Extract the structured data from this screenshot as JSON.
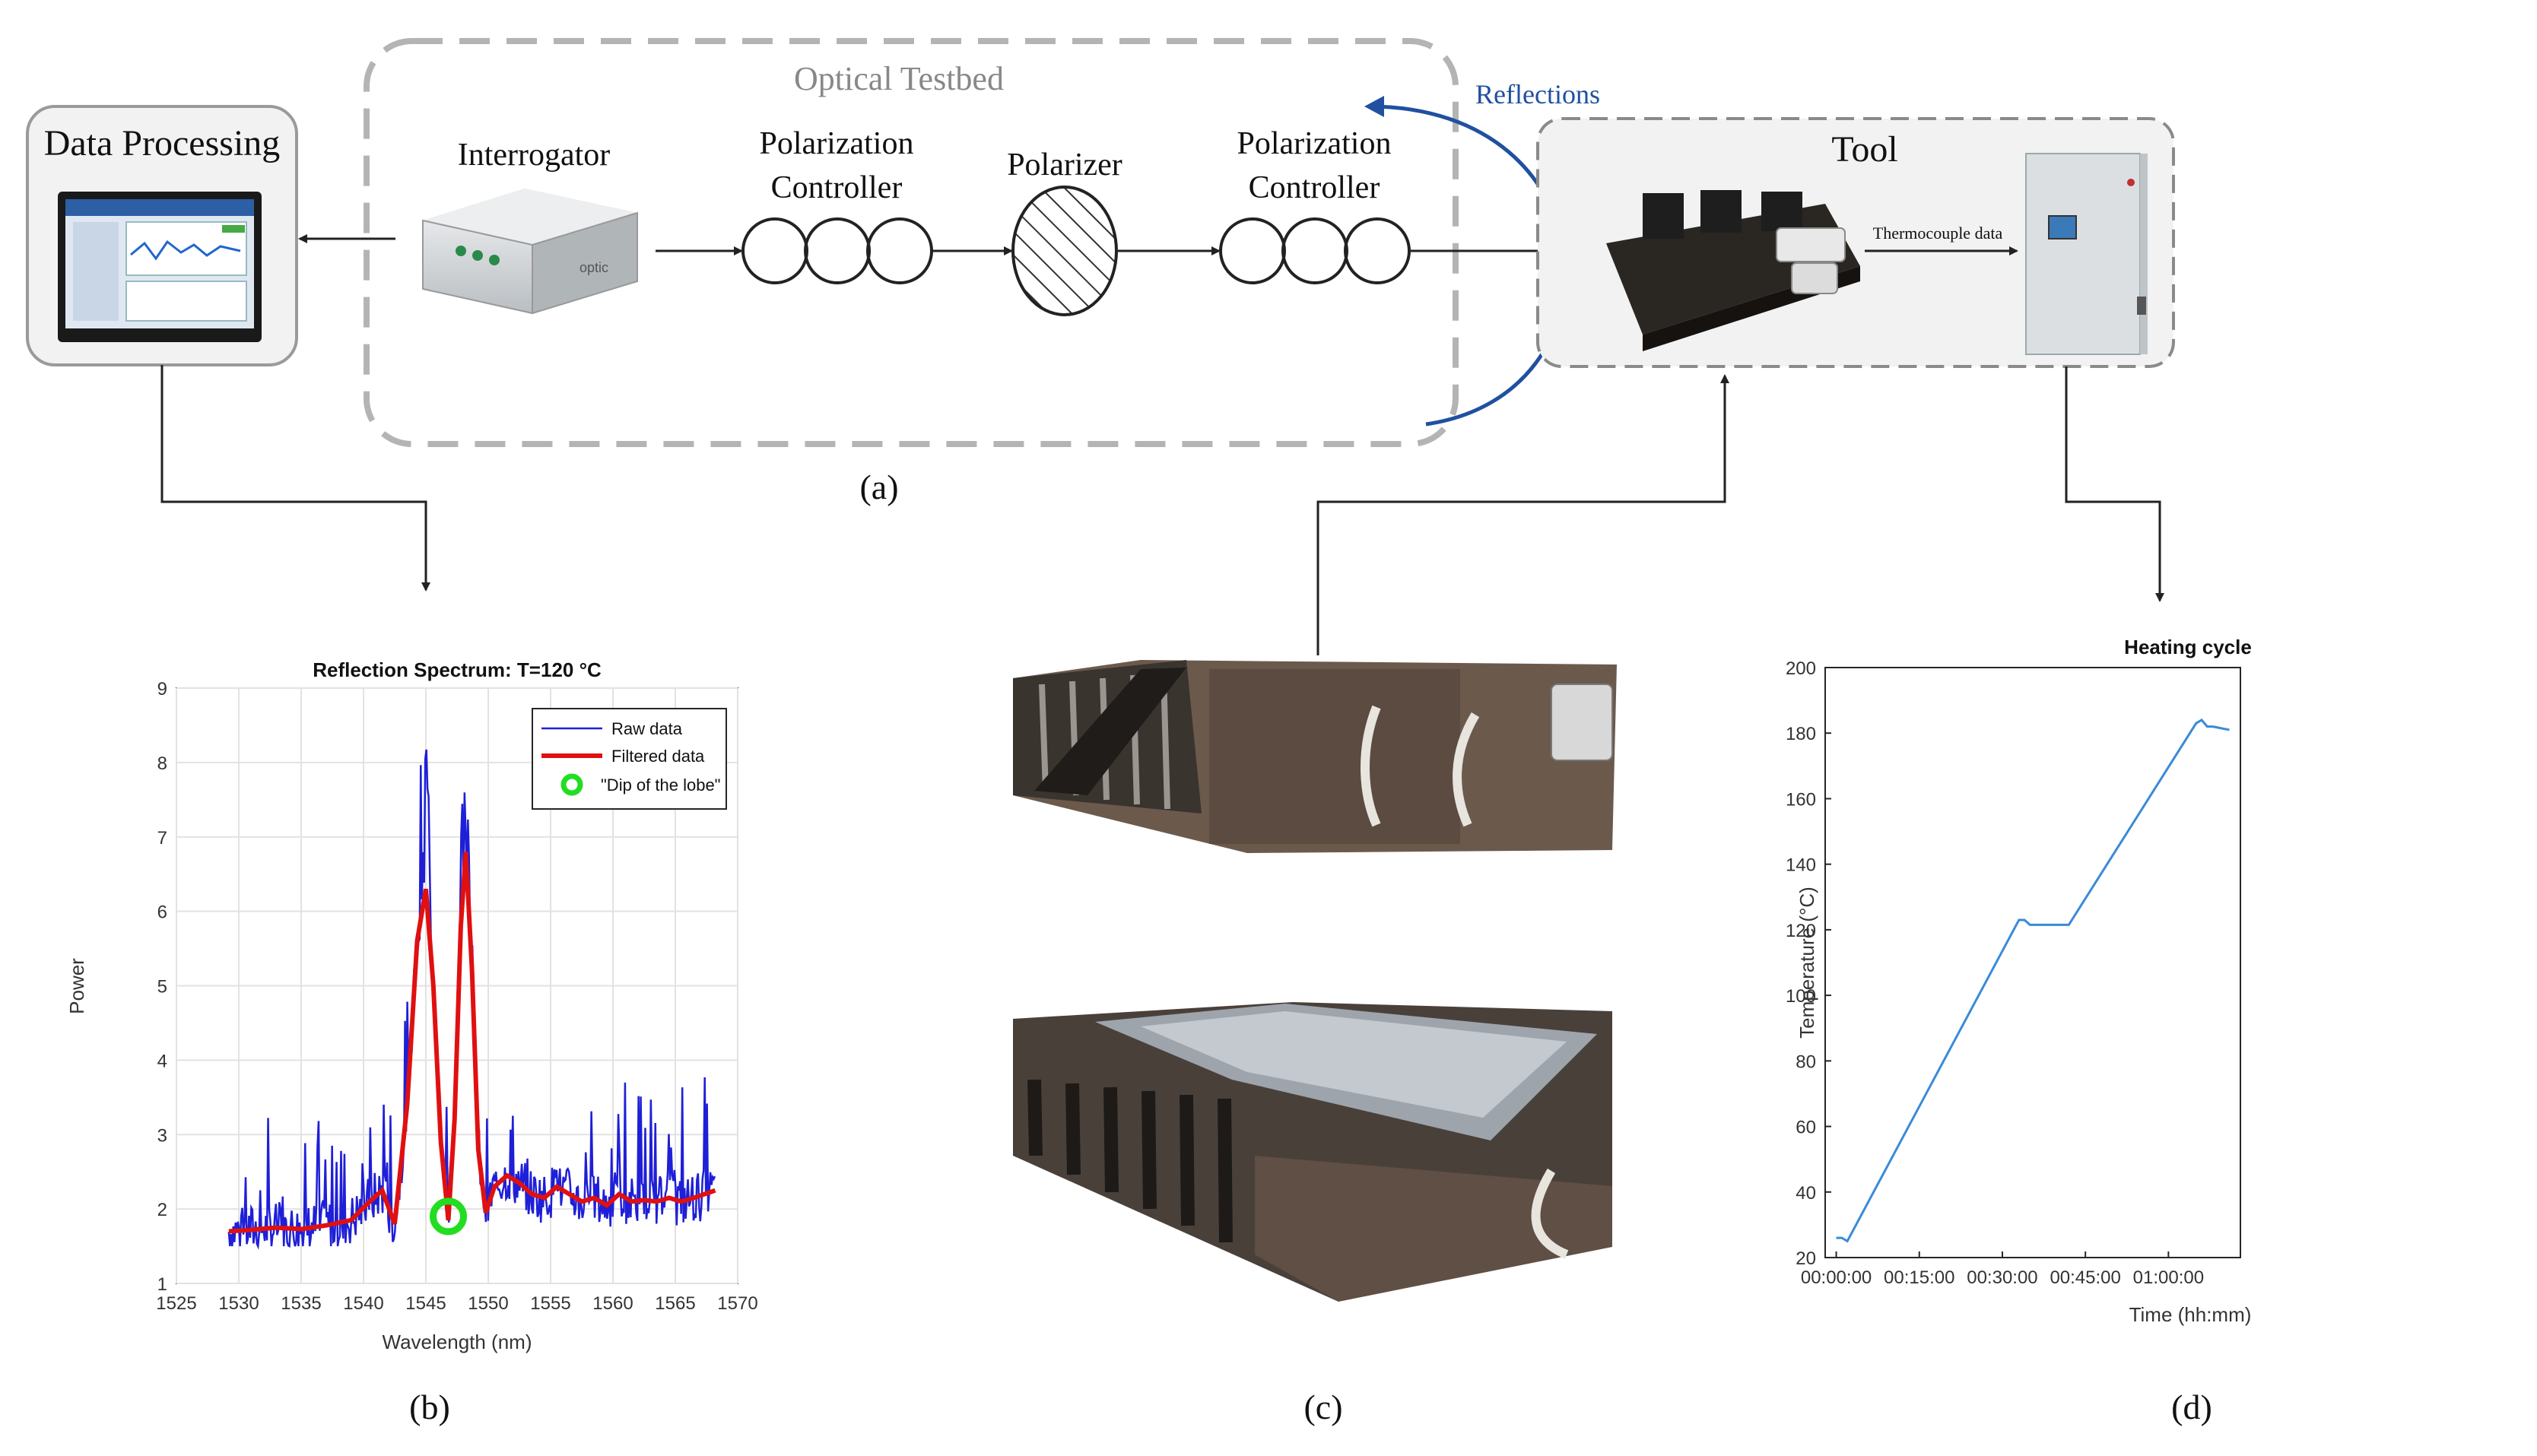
{
  "testbed": {
    "title": "Optical Testbed",
    "reflections_label": "Reflections",
    "data_processing": "Data Processing",
    "interrogator": "Interrogator",
    "pc1_line1": "Polarization",
    "pc1_line2": "Controller",
    "polarizer": "Polarizer",
    "pc2_line1": "Polarization",
    "pc2_line2": "Controller",
    "tool": "Tool",
    "thermocouple": "Thermocouple data",
    "device_brand": "optic",
    "panel_a": "(a)",
    "panel_b": "(b)",
    "panel_c": "(c)",
    "panel_d": "(d)",
    "colors": {
      "reflection_arrow": "#2050a0",
      "dashed_box": "#b4b4b4",
      "tool_bg": "#f2f2f2"
    }
  },
  "chart_data": [
    {
      "type": "line",
      "title": "Reflection Spectrum: T=120 °C",
      "xlabel": "Wavelength (nm)",
      "ylabel": "Power",
      "xlim": [
        1525,
        1570
      ],
      "ylim": [
        1,
        9
      ],
      "xticks": [
        "1525",
        "1530",
        "1535",
        "1540",
        "1545",
        "1550",
        "1555",
        "1560",
        "1565",
        "1570"
      ],
      "yticks": [
        "1",
        "2",
        "3",
        "4",
        "5",
        "6",
        "7",
        "8",
        "9"
      ],
      "grid": true,
      "legend": [
        "Raw data",
        "Filtered data",
        "\"Dip of the lobe\""
      ],
      "legend_position": "top-right",
      "colors": {
        "raw": "#1f1fd8",
        "filtered": "#e01010",
        "dip": "#22dd22"
      },
      "series": [
        {
          "name": "Filtered data",
          "x": [
            1529.2,
            1531,
            1533,
            1535,
            1537,
            1539,
            1540.5,
            1541.5,
            1542.5,
            1543.5,
            1544.3,
            1545,
            1545.6,
            1546.2,
            1546.8,
            1547.3,
            1547.8,
            1548.2,
            1548.7,
            1549.2,
            1549.8,
            1550.5,
            1551.5,
            1552.5,
            1553.5,
            1554.5,
            1555.5,
            1556.5,
            1557.5,
            1558.5,
            1559.5,
            1560.5,
            1561.5,
            1562.5,
            1563.5,
            1564.5,
            1565.5,
            1566.5,
            1568.2
          ],
          "y": [
            1.7,
            1.72,
            1.75,
            1.73,
            1.78,
            1.85,
            2.1,
            2.25,
            1.8,
            3.4,
            5.6,
            6.3,
            5.0,
            2.9,
            1.85,
            3.2,
            5.8,
            6.8,
            5.2,
            2.8,
            1.95,
            2.3,
            2.45,
            2.35,
            2.2,
            2.15,
            2.3,
            2.2,
            2.1,
            2.15,
            2.05,
            2.2,
            2.1,
            2.12,
            2.1,
            2.15,
            2.1,
            2.15,
            2.25
          ]
        },
        {
          "name": "Raw data",
          "x_range": [
            1529.2,
            1568.2
          ],
          "description": "noisy trace following filtered data",
          "y_min": 1.5,
          "y_max": 8.6
        },
        {
          "name": "\"Dip of the lobe\"",
          "x": [
            1546.8
          ],
          "y": [
            1.9
          ]
        }
      ]
    },
    {
      "type": "line",
      "title": "Heating cycle",
      "xlabel": "Time (hh:mm)",
      "ylabel": "Temperature (°C)",
      "xlim_minutes": [
        -2,
        73
      ],
      "ylim": [
        20,
        200
      ],
      "xticks": [
        "00:00:00",
        "00:15:00",
        "00:30:00",
        "00:45:00",
        "01:00:00"
      ],
      "yticks": [
        "20",
        "40",
        "60",
        "80",
        "100",
        "120",
        "140",
        "160",
        "180",
        "200"
      ],
      "colors": {
        "line": "#3a8ad8"
      },
      "series": [
        {
          "name": "",
          "x_minutes": [
            0,
            1,
            2,
            33,
            34,
            35,
            42,
            65,
            66,
            67,
            68,
            71
          ],
          "y": [
            26,
            26,
            25,
            123,
            123,
            121.5,
            121.5,
            183,
            184,
            182,
            182,
            181
          ]
        }
      ]
    }
  ]
}
